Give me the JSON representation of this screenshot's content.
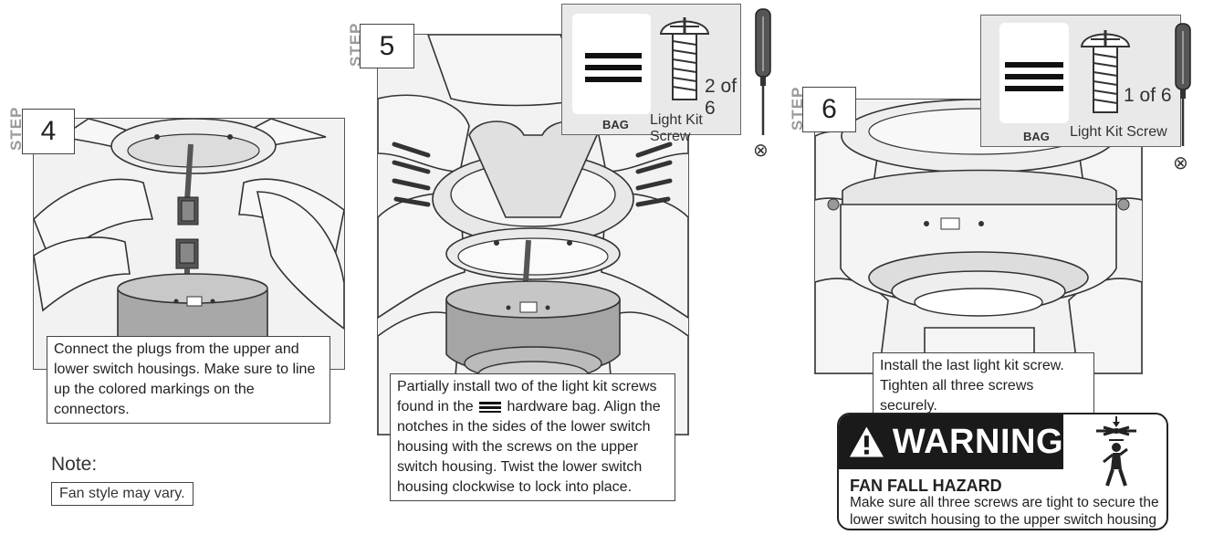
{
  "steps": [
    {
      "number": "4",
      "step_word": "STEP",
      "caption_lines": [
        "Connect the plugs from the upper and",
        "lower switch housings. Make sure to line",
        "up the colored markings on the connectors."
      ]
    },
    {
      "number": "5",
      "step_word": "STEP",
      "caption_lines": [
        "Partially install two of the light kit screws",
        "found in the",
        "hardware bag. Align the",
        "notches in the sides of the lower switch",
        "housing with the screws on the upper",
        "switch housing. Twist the lower switch",
        "housing clockwise to lock into place."
      ],
      "hardware": {
        "bag_label": "BAG",
        "screw_label": "Light Kit Screw",
        "count": "2 of 6",
        "bag_icon": "three-bar-bag-icon"
      }
    },
    {
      "number": "6",
      "step_word": "STEP",
      "caption_lines": [
        "Install the last light kit screw.",
        "Tighten all three screws securely."
      ],
      "hardware": {
        "bag_label": "BAG",
        "screw_label": "Light Kit Screw",
        "count": "1 of 6",
        "bag_icon": "three-bar-bag-icon"
      }
    }
  ],
  "note": {
    "title": "Note:",
    "text": "Fan style may vary."
  },
  "warning": {
    "title": "WARNING",
    "subtitle": "FAN FALL HAZARD",
    "body_lines": [
      "Make sure all three screws are tight to secure the",
      "lower switch housing to the upper switch housing"
    ],
    "icons": [
      "warning-triangle-icon",
      "falling-fan-hazard-icon"
    ]
  },
  "colors": {
    "line": "#333333",
    "panel_bg": "#f2f2f2",
    "step_word": "#9a9a9a",
    "warning_bg": "#1a1a1a"
  }
}
